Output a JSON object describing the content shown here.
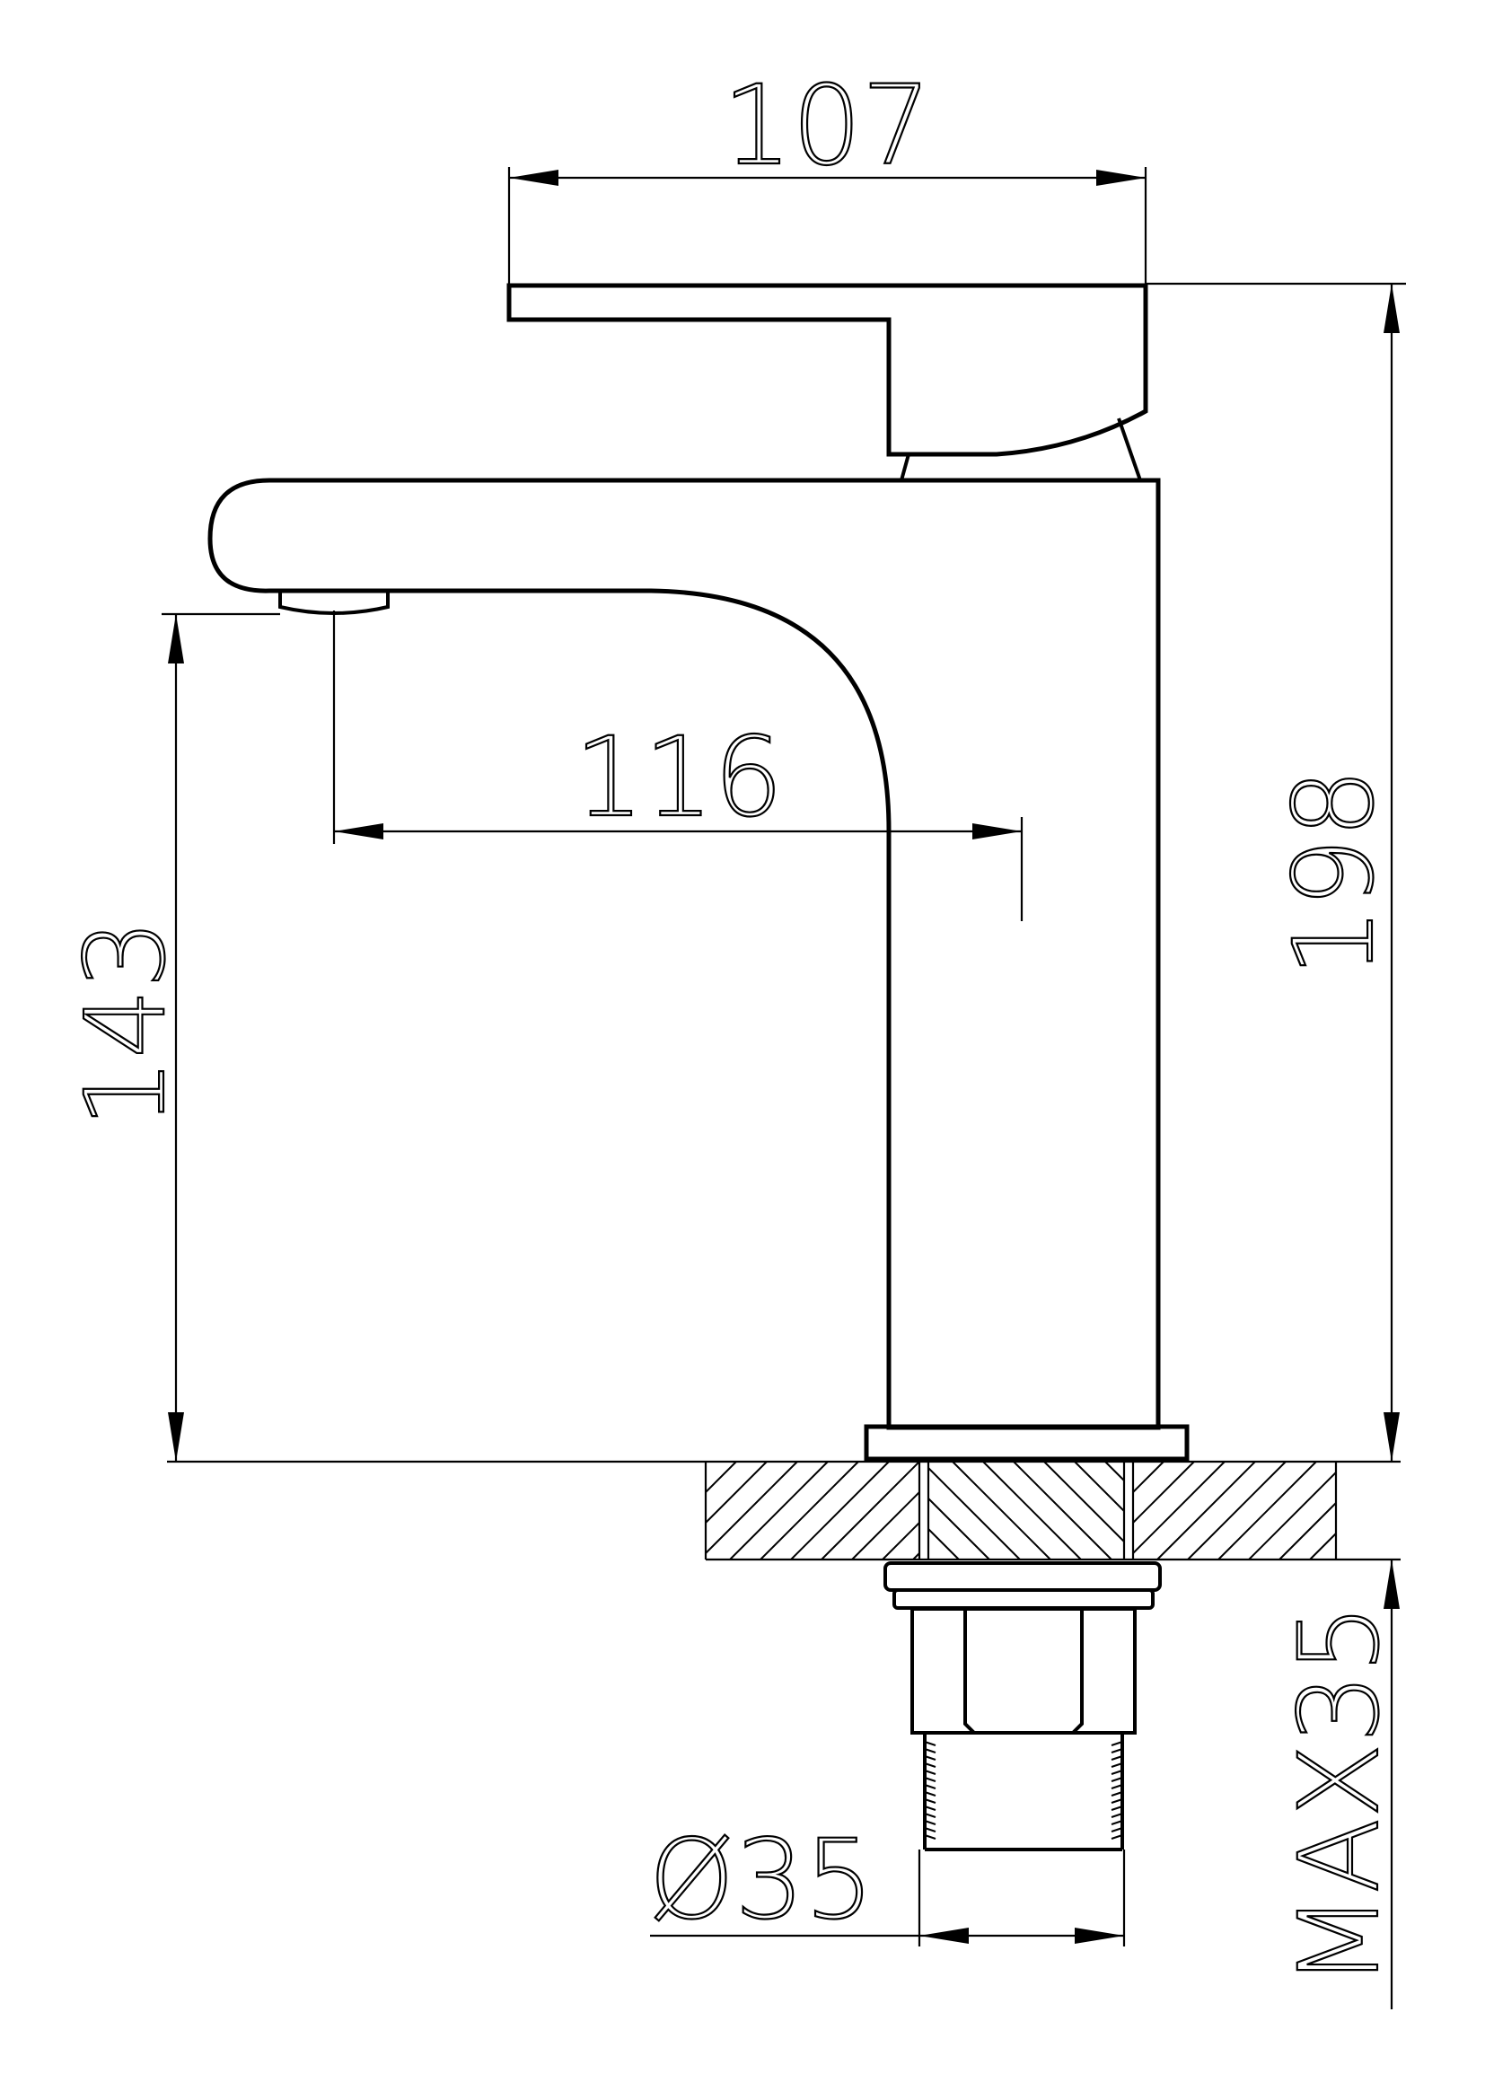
{
  "dimensions": {
    "handle_length": "107",
    "spout_reach": "116",
    "spout_height": "143",
    "total_height": "198",
    "tail_diameter": "Ø35",
    "max_deck_thickness": "MAX35"
  },
  "colors": {
    "line": "#000000",
    "background": "#ffffff"
  }
}
